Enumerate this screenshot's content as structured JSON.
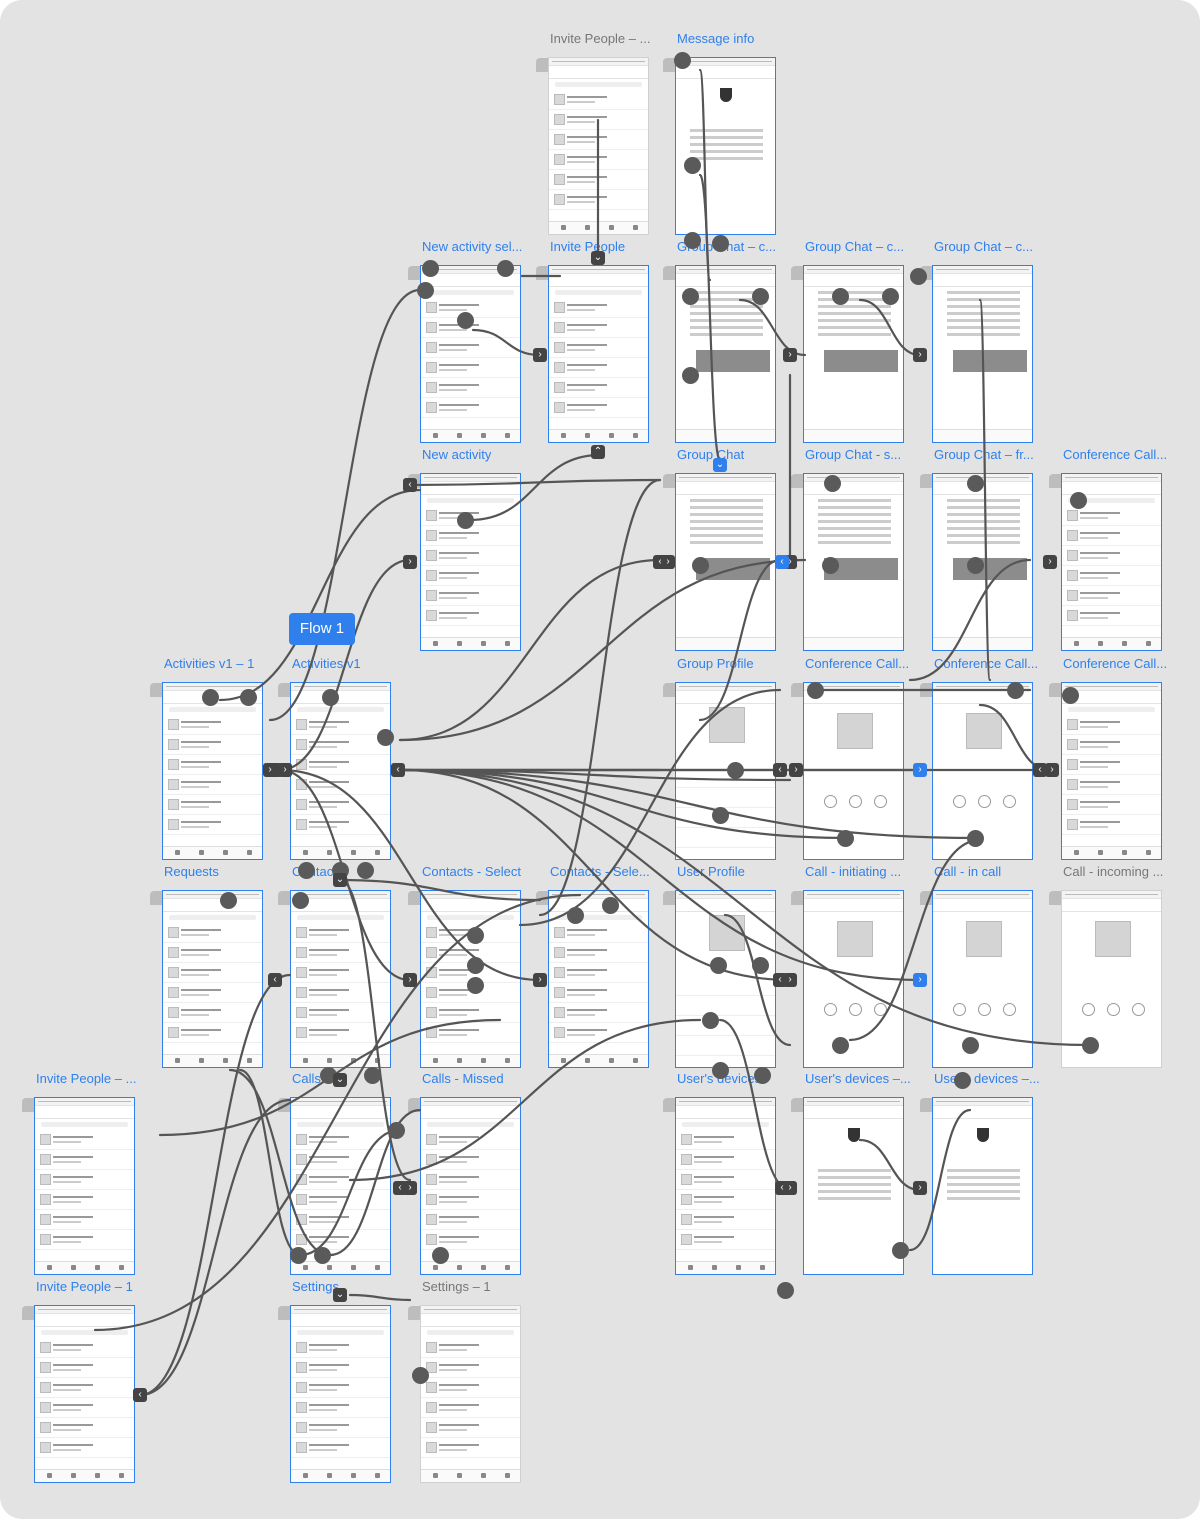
{
  "flow_button": {
    "label": "Flow 1"
  },
  "accent_color": "#2f80ed",
  "wire_color": "#555555",
  "screens": [
    {
      "id": "invite-people-top",
      "label": "Invite People – ...",
      "kind": "list",
      "gray": true
    },
    {
      "id": "message-info",
      "label": "Message info",
      "kind": "secure"
    },
    {
      "id": "new-activity-sel",
      "label": "New activity sel...",
      "kind": "list"
    },
    {
      "id": "invite-people",
      "label": "Invite People",
      "kind": "list"
    },
    {
      "id": "group-chat-c1",
      "label": "Group Chat – c...",
      "kind": "chat"
    },
    {
      "id": "group-chat-c2",
      "label": "Group Chat – c...",
      "kind": "chat"
    },
    {
      "id": "group-chat-c3",
      "label": "Group Chat – c...",
      "kind": "chat"
    },
    {
      "id": "new-activity",
      "label": "New activity",
      "kind": "list"
    },
    {
      "id": "group-chat",
      "label": "Group Chat",
      "kind": "chat"
    },
    {
      "id": "group-chat-s",
      "label": "Group Chat - s...",
      "kind": "chat"
    },
    {
      "id": "group-chat-fr",
      "label": "Group Chat – fr...",
      "kind": "chat"
    },
    {
      "id": "conference-call-1",
      "label": "Conference Call...",
      "kind": "list"
    },
    {
      "id": "activities-v1-1",
      "label": "Activities v1 – 1",
      "kind": "list"
    },
    {
      "id": "activities-v1",
      "label": "Activities v1",
      "kind": "list"
    },
    {
      "id": "group-profile",
      "label": "Group Profile",
      "kind": "profile"
    },
    {
      "id": "conference-call-2",
      "label": "Conference Call...",
      "kind": "call"
    },
    {
      "id": "conference-call-3",
      "label": "Conference Call...",
      "kind": "call"
    },
    {
      "id": "conference-call-4",
      "label": "Conference Call...",
      "kind": "list"
    },
    {
      "id": "requests",
      "label": "Requests",
      "kind": "list"
    },
    {
      "id": "contacts",
      "label": "Contacts",
      "kind": "list"
    },
    {
      "id": "contacts-select",
      "label": "Contacts - Select",
      "kind": "list"
    },
    {
      "id": "contacts-select-2",
      "label": "Contacts - Sele...",
      "kind": "list"
    },
    {
      "id": "user-profile",
      "label": "User Profile",
      "kind": "profile"
    },
    {
      "id": "call-initiating",
      "label": "Call - initiating ...",
      "kind": "call"
    },
    {
      "id": "call-in-call",
      "label": "Call - in call",
      "kind": "call"
    },
    {
      "id": "call-incoming",
      "label": "Call - incoming ...",
      "kind": "call",
      "gray": true
    },
    {
      "id": "invite-people-left",
      "label": "Invite People – ...",
      "kind": "list"
    },
    {
      "id": "calls",
      "label": "Calls",
      "kind": "list"
    },
    {
      "id": "calls-missed",
      "label": "Calls - Missed",
      "kind": "list"
    },
    {
      "id": "users-devices-1",
      "label": "User's devices",
      "kind": "list"
    },
    {
      "id": "users-devices-2",
      "label": "User's devices –...",
      "kind": "secure"
    },
    {
      "id": "users-devices-3",
      "label": "User's devices –...",
      "kind": "secure"
    },
    {
      "id": "invite-people-1",
      "label": "Invite People – 1",
      "kind": "list"
    },
    {
      "id": "settings",
      "label": "Settings",
      "kind": "list"
    },
    {
      "id": "settings-1",
      "label": "Settings – 1",
      "kind": "list",
      "gray": true
    }
  ]
}
